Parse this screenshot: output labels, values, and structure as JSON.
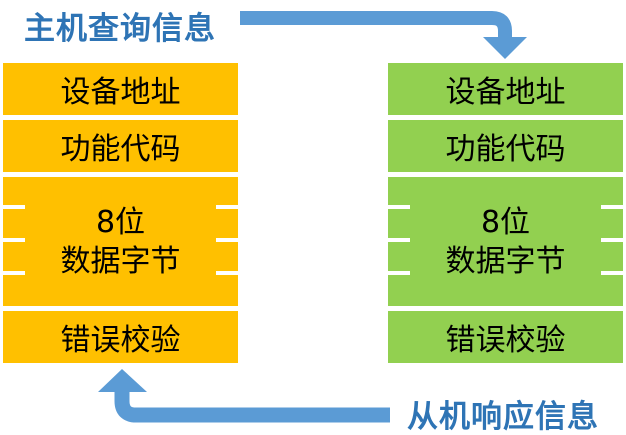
{
  "labels": {
    "top": "主机查询信息",
    "bottom": "从机响应信息"
  },
  "colors": {
    "host_fill": "#FFC000",
    "slave_fill": "#92D050",
    "arrow": "#5B9BD5",
    "label_text": "#2E74B5",
    "cell_text": "#000000",
    "background": "#FFFFFF"
  },
  "tables": [
    {
      "id": "host-query",
      "rows": [
        {
          "label": "设备地址"
        },
        {
          "label": "功能代码"
        },
        {
          "line1": "8位",
          "line2": "数据字节"
        },
        {
          "label": "错误校验"
        }
      ]
    },
    {
      "id": "slave-response",
      "rows": [
        {
          "label": "设备地址"
        },
        {
          "label": "功能代码"
        },
        {
          "line1": "8位",
          "line2": "数据字节"
        },
        {
          "label": "错误校验"
        }
      ]
    }
  ]
}
